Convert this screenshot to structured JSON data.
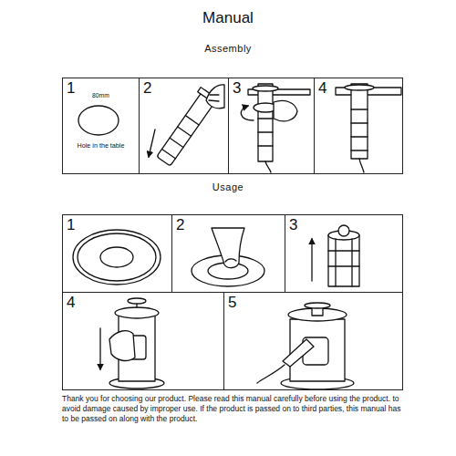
{
  "diagram": {
    "title": "Manual",
    "nodes": [
      {
        "text": [
          "1",
          "80mm",
          "Hole in the table"
        ]
      },
      {
        "text": [
          "2"
        ]
      },
      {
        "text": [
          "3"
        ]
      },
      {
        "text": [
          "4"
        ]
      },
      {
        "text": [
          "1"
        ]
      },
      {
        "text": [
          "2"
        ]
      },
      {
        "text": [
          "3"
        ]
      },
      {
        "text": [
          "4"
        ]
      },
      {
        "text": [
          "5"
        ]
      }
    ],
    "edges": [],
    "labels": [
      "Assembly",
      "Usage",
      "Thank you for choosing our product. Please read this manual carefully before using the product. to avoid damage caused by improper use. If the product is passed on to third parties, this manual has to be passed on along with the product."
    ]
  }
}
